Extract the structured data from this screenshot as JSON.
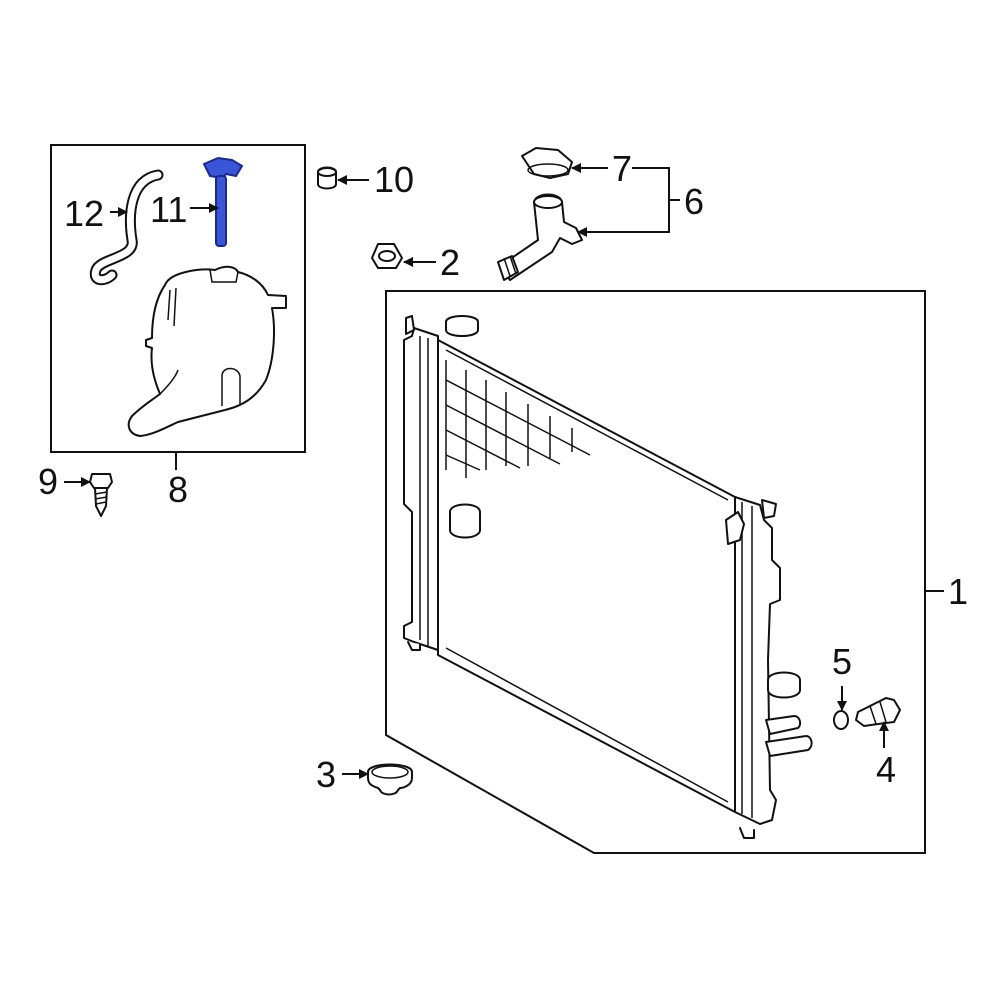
{
  "callouts": {
    "c1": "1",
    "c2": "2",
    "c3": "3",
    "c4": "4",
    "c5": "5",
    "c6": "6",
    "c7": "7",
    "c8": "8",
    "c9": "9",
    "c10": "10",
    "c11": "11",
    "c12": "12"
  },
  "colors": {
    "highlight": "#3a55d6",
    "line": "#111111",
    "background": "#ffffff"
  }
}
